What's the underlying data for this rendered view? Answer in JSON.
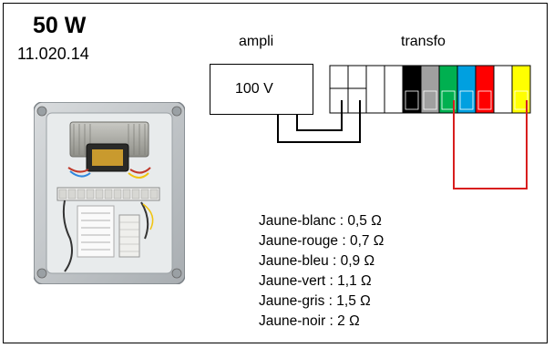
{
  "title": "50 W",
  "date": "11.020.14",
  "ampli": {
    "label": "ampli",
    "voltage": "100 V"
  },
  "transfo": {
    "label": "transfo",
    "terminals": [
      {
        "color": "#ffffff"
      },
      {
        "color": "#ffffff"
      },
      {
        "color": "#ffffff"
      },
      {
        "color": "#ffffff"
      },
      {
        "color": "#000000"
      },
      {
        "color": "#a0a0a0"
      },
      {
        "color": "#00b050"
      },
      {
        "color": "#00a0e0"
      },
      {
        "color": "#ff0000"
      },
      {
        "color": "#ffffff"
      },
      {
        "color": "#ffff00"
      }
    ]
  },
  "colors": {
    "link_wire": "#000000",
    "jumper_wire": "#d81e1e"
  },
  "legend": [
    "Jaune-blanc : 0,5 Ω",
    "Jaune-rouge : 0,7 Ω",
    "Jaune-bleu : 0,9 Ω",
    "Jaune-vert : 1,1 Ω",
    "Jaune-gris : 1,5 Ω",
    "Jaune-noir : 2 Ω"
  ]
}
